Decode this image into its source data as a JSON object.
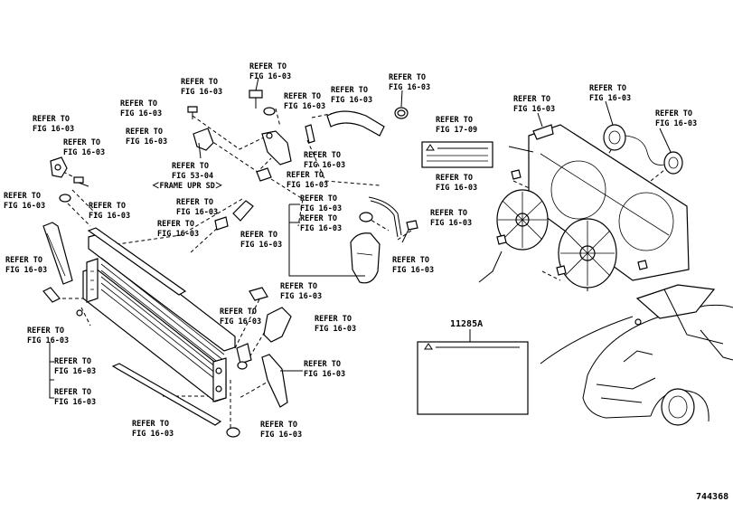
{
  "refer_label": "REFER TO",
  "references": {
    "r01": "FIG 16-03",
    "r02": "FIG 16-03",
    "r03": "FIG 16-03",
    "r04": "FIG 16-03",
    "r05": "FIG 16-03",
    "r06": "FIG 16-03",
    "r07": "FIG 16-03",
    "r08": "FIG 16-03",
    "r09": "FIG 16-03",
    "r10": "FIG 16-03",
    "r11": "FIG 16-03",
    "r12": "FIG 16-03",
    "r13": "FIG 16-03",
    "r14": "FIG 16-03",
    "r15": "FIG 16-03",
    "r16": "FIG 16-03",
    "r17": "FIG 16-03",
    "r18": "FIG 16-03",
    "r19": "FIG 16-03",
    "r20": "FIG 16-03",
    "r21": "FIG 16-03",
    "r22": "FIG 16-03",
    "r23": "FIG 16-03",
    "r24": "FIG 16-03",
    "r25": "FIG 16-03",
    "r26": "FIG 16-03",
    "r27": "FIG 16-03",
    "r28": "FIG 16-03",
    "r29": "FIG 16-03",
    "r30": "FIG 16-03",
    "r31": "FIG 16-03",
    "r32": "FIG 17-09",
    "r33": "FIG 16-03",
    "r34": "FIG 53-04",
    "r35": "FIG 16-03",
    "r36": "FIG 16-03"
  },
  "frame_note": "＜FRAME UPR SD＞",
  "label_part_number": "11285A",
  "diagram_id": "744368"
}
